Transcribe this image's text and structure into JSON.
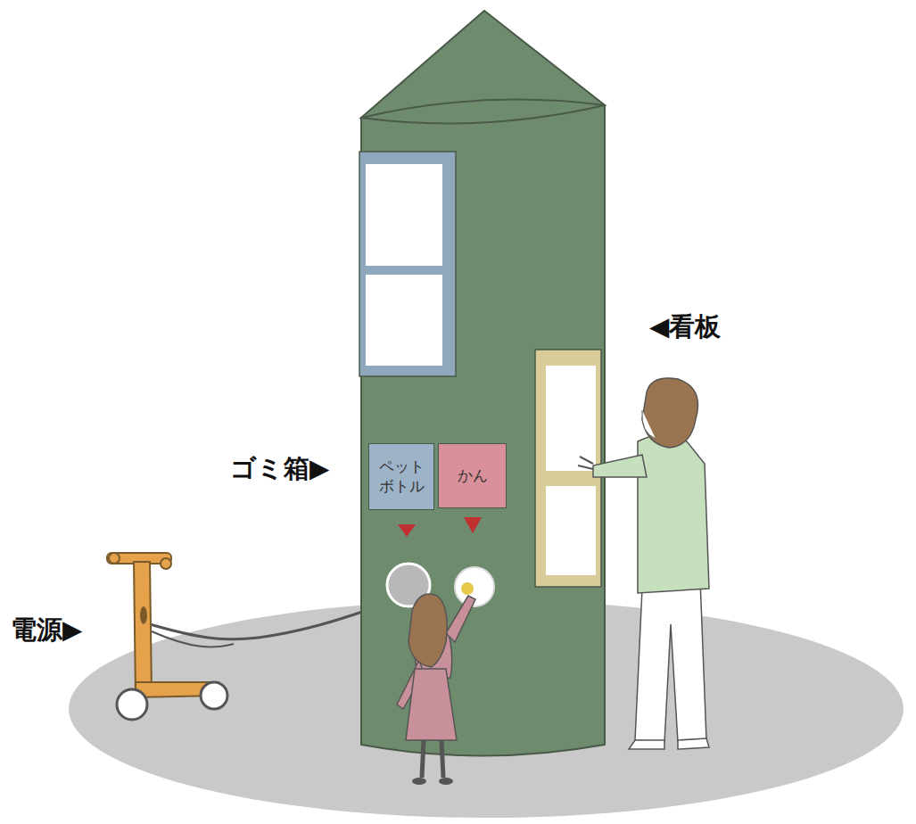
{
  "diagram": {
    "nodes": [
      {
        "text": [
          "ペット ボトル"
        ]
      },
      {
        "text": [
          "かん"
        ]
      }
    ],
    "labels": [
      "◀看板",
      "ゴミ箱▶",
      "電源▶"
    ]
  }
}
